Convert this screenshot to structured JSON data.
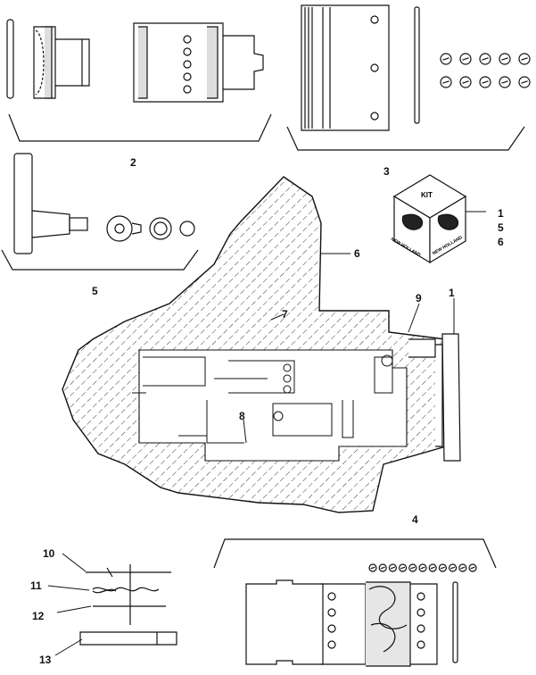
{
  "diagram": {
    "callouts": {
      "c1_kit_line1": "1",
      "c1_kit_line2": "5",
      "c1_kit_line3": "6",
      "c1_housing": "1",
      "c2": "2",
      "c3": "3",
      "c4": "4",
      "c5": "5",
      "c6": "6",
      "c7": "7",
      "c8": "8",
      "c9": "9",
      "c10": "10",
      "c11": "11",
      "c12": "12",
      "c13": "13"
    },
    "kit_box": {
      "top_label": "KIT",
      "left_face_label": "NEW HOLLAND",
      "right_face_label": "NEW HOLLAND"
    }
  }
}
